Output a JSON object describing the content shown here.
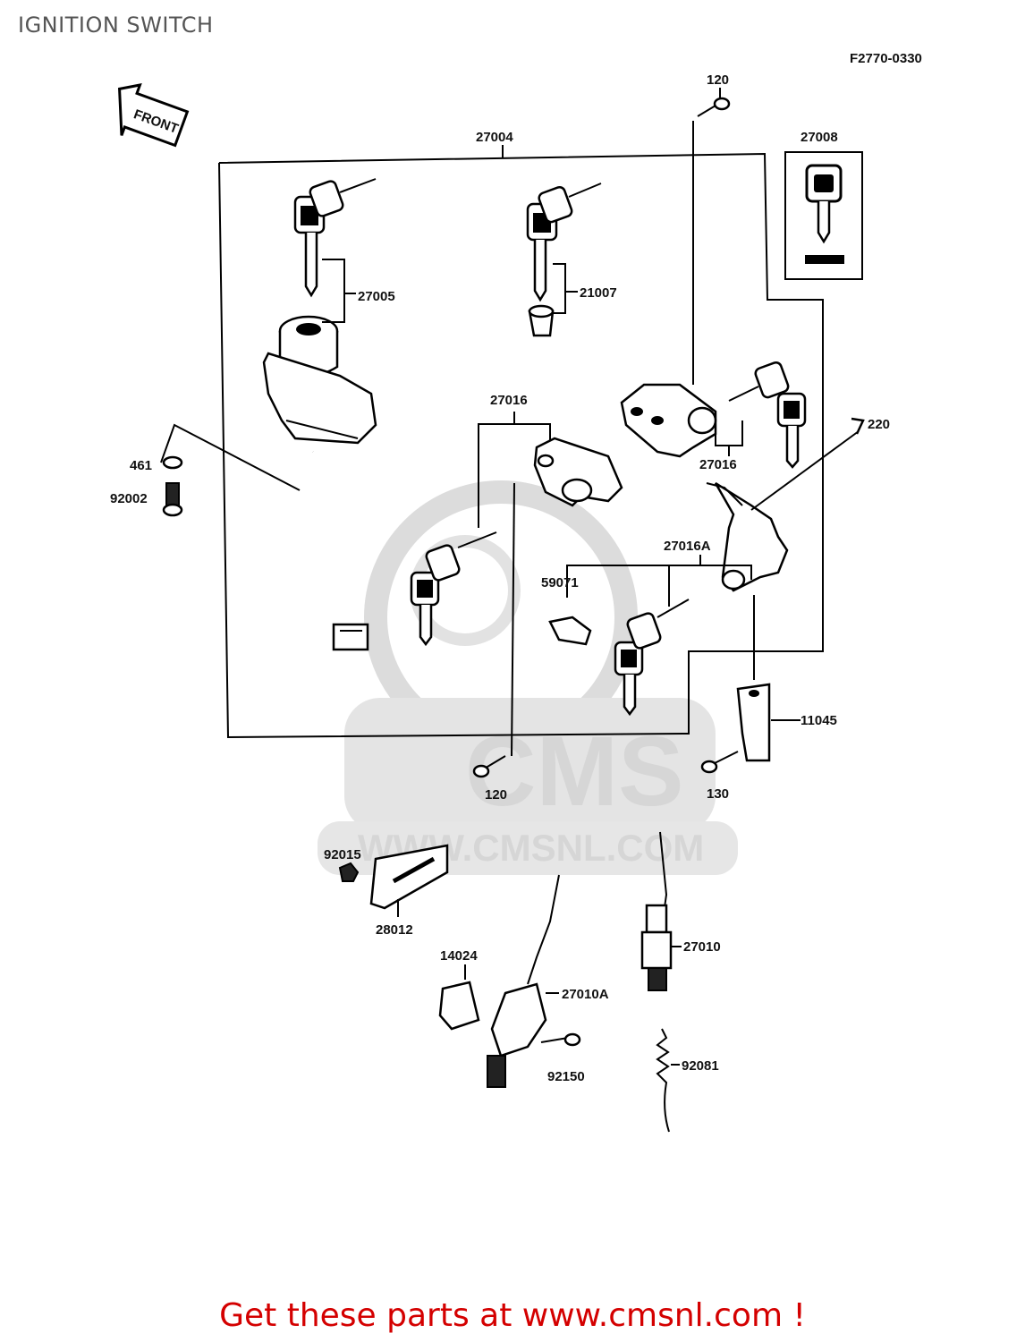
{
  "page": {
    "title": "IGNITION SWITCH",
    "figure_code": "F2770-0330",
    "front_label": "FRONT",
    "promo_text": "Get these parts at www.cmsnl.com !",
    "watermark": {
      "logo": "CMS",
      "url": "WWW.CMSNL.COM"
    }
  },
  "parts": {
    "p120_top": "120",
    "p27004": "27004",
    "p27008": "27008",
    "p27005": "27005",
    "p21007": "21007",
    "p27016_mid": "27016",
    "p27016_right": "27016",
    "p220": "220",
    "p461": "461",
    "p92002": "92002",
    "p27016A": "27016A",
    "p59071": "59071",
    "p11045": "11045",
    "p120_bottom": "120",
    "p130": "130",
    "p92015": "92015",
    "p28012": "28012",
    "p27010": "27010",
    "p14024": "14024",
    "p27010A": "27010A",
    "p92150": "92150",
    "p92081": "92081"
  },
  "colors": {
    "promo": "#d40000",
    "title": "#555555",
    "watermark": "#d6d6d6"
  }
}
